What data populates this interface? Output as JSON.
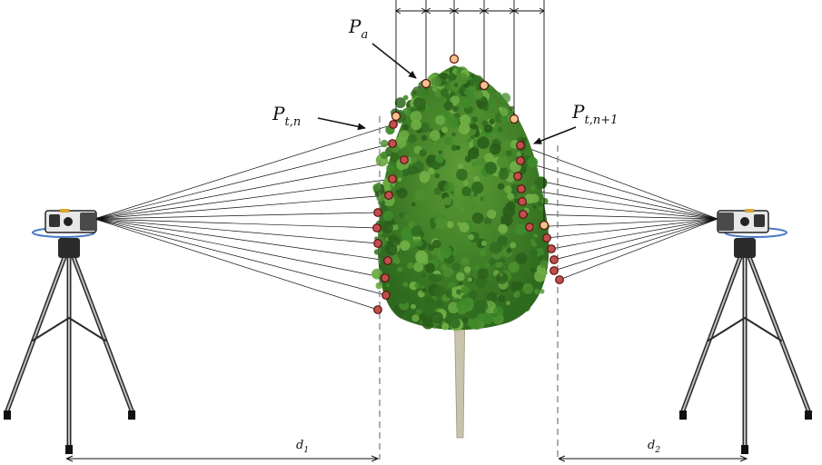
{
  "labels": {
    "pa_main": "P",
    "pa_sub": "a",
    "ptn_main": "P",
    "ptn_sub": "t,n",
    "ptn1_main": "P",
    "ptn1_sub": "t,n+1",
    "d1_main": "d",
    "d1_sub": "1",
    "d2_main": "d",
    "d2_sub": "2"
  },
  "colors": {
    "upper_point_fill": "#f2c38d",
    "side_point_fill": "#c0504d",
    "point_stroke": "#5a1010",
    "foliage_dark": "#2f6b1f",
    "foliage_mid": "#3f8a2a",
    "foliage_light": "#6fae45",
    "trunk": "#c8c2a8",
    "tripod": "#333333"
  }
}
